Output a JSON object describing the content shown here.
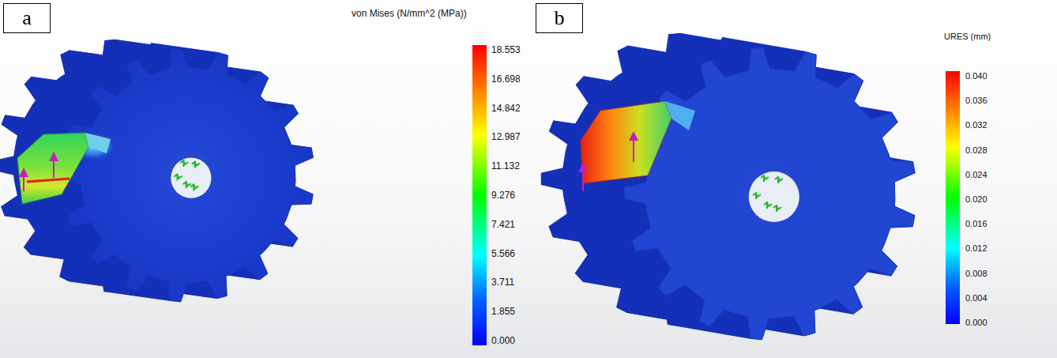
{
  "diagram": {
    "nodes": [
      {
        "text": [
          "a"
        ]
      },
      {
        "text": [
          "b"
        ]
      }
    ],
    "labels": [
      "von Mises (N/mm^2 (MPa))",
      "18.553",
      "16.698",
      "14.842",
      "12.987",
      "11.132",
      "9.276",
      "7.421",
      "5.566",
      "3.711",
      "1.855",
      "0.000",
      "URES (mm)",
      "0.040",
      "0.036",
      "0.032",
      "0.028",
      "0.024",
      "0.020",
      "0.016",
      "0.012",
      "0.008",
      "0.004",
      "0.000"
    ]
  }
}
